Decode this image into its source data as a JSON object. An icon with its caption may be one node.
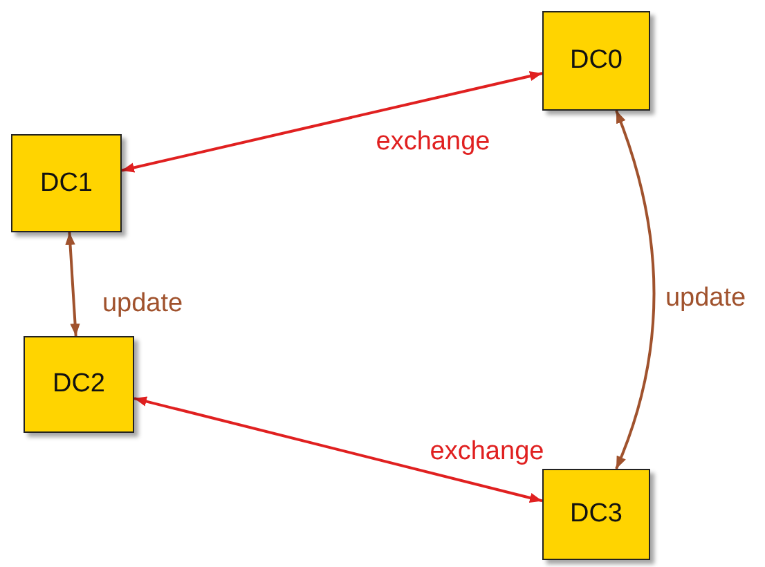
{
  "diagram": {
    "nodes": [
      {
        "text": [
          "DC0"
        ]
      },
      {
        "text": [
          "DC1"
        ]
      },
      {
        "text": [
          "DC2"
        ]
      },
      {
        "text": [
          "DC3"
        ]
      }
    ],
    "edges": [
      {
        "from": 0,
        "to": 1,
        "arrow": "both",
        "label": "exchange"
      },
      {
        "from": 1,
        "to": 2,
        "arrow": "both",
        "label": "update",
        "color": "#a0522d"
      },
      {
        "from": 0,
        "to": 3,
        "arrow": "both",
        "label": "update",
        "color": "#a0522d"
      },
      {
        "from": 2,
        "to": 3,
        "arrow": "both",
        "label": "exchange"
      }
    ]
  }
}
